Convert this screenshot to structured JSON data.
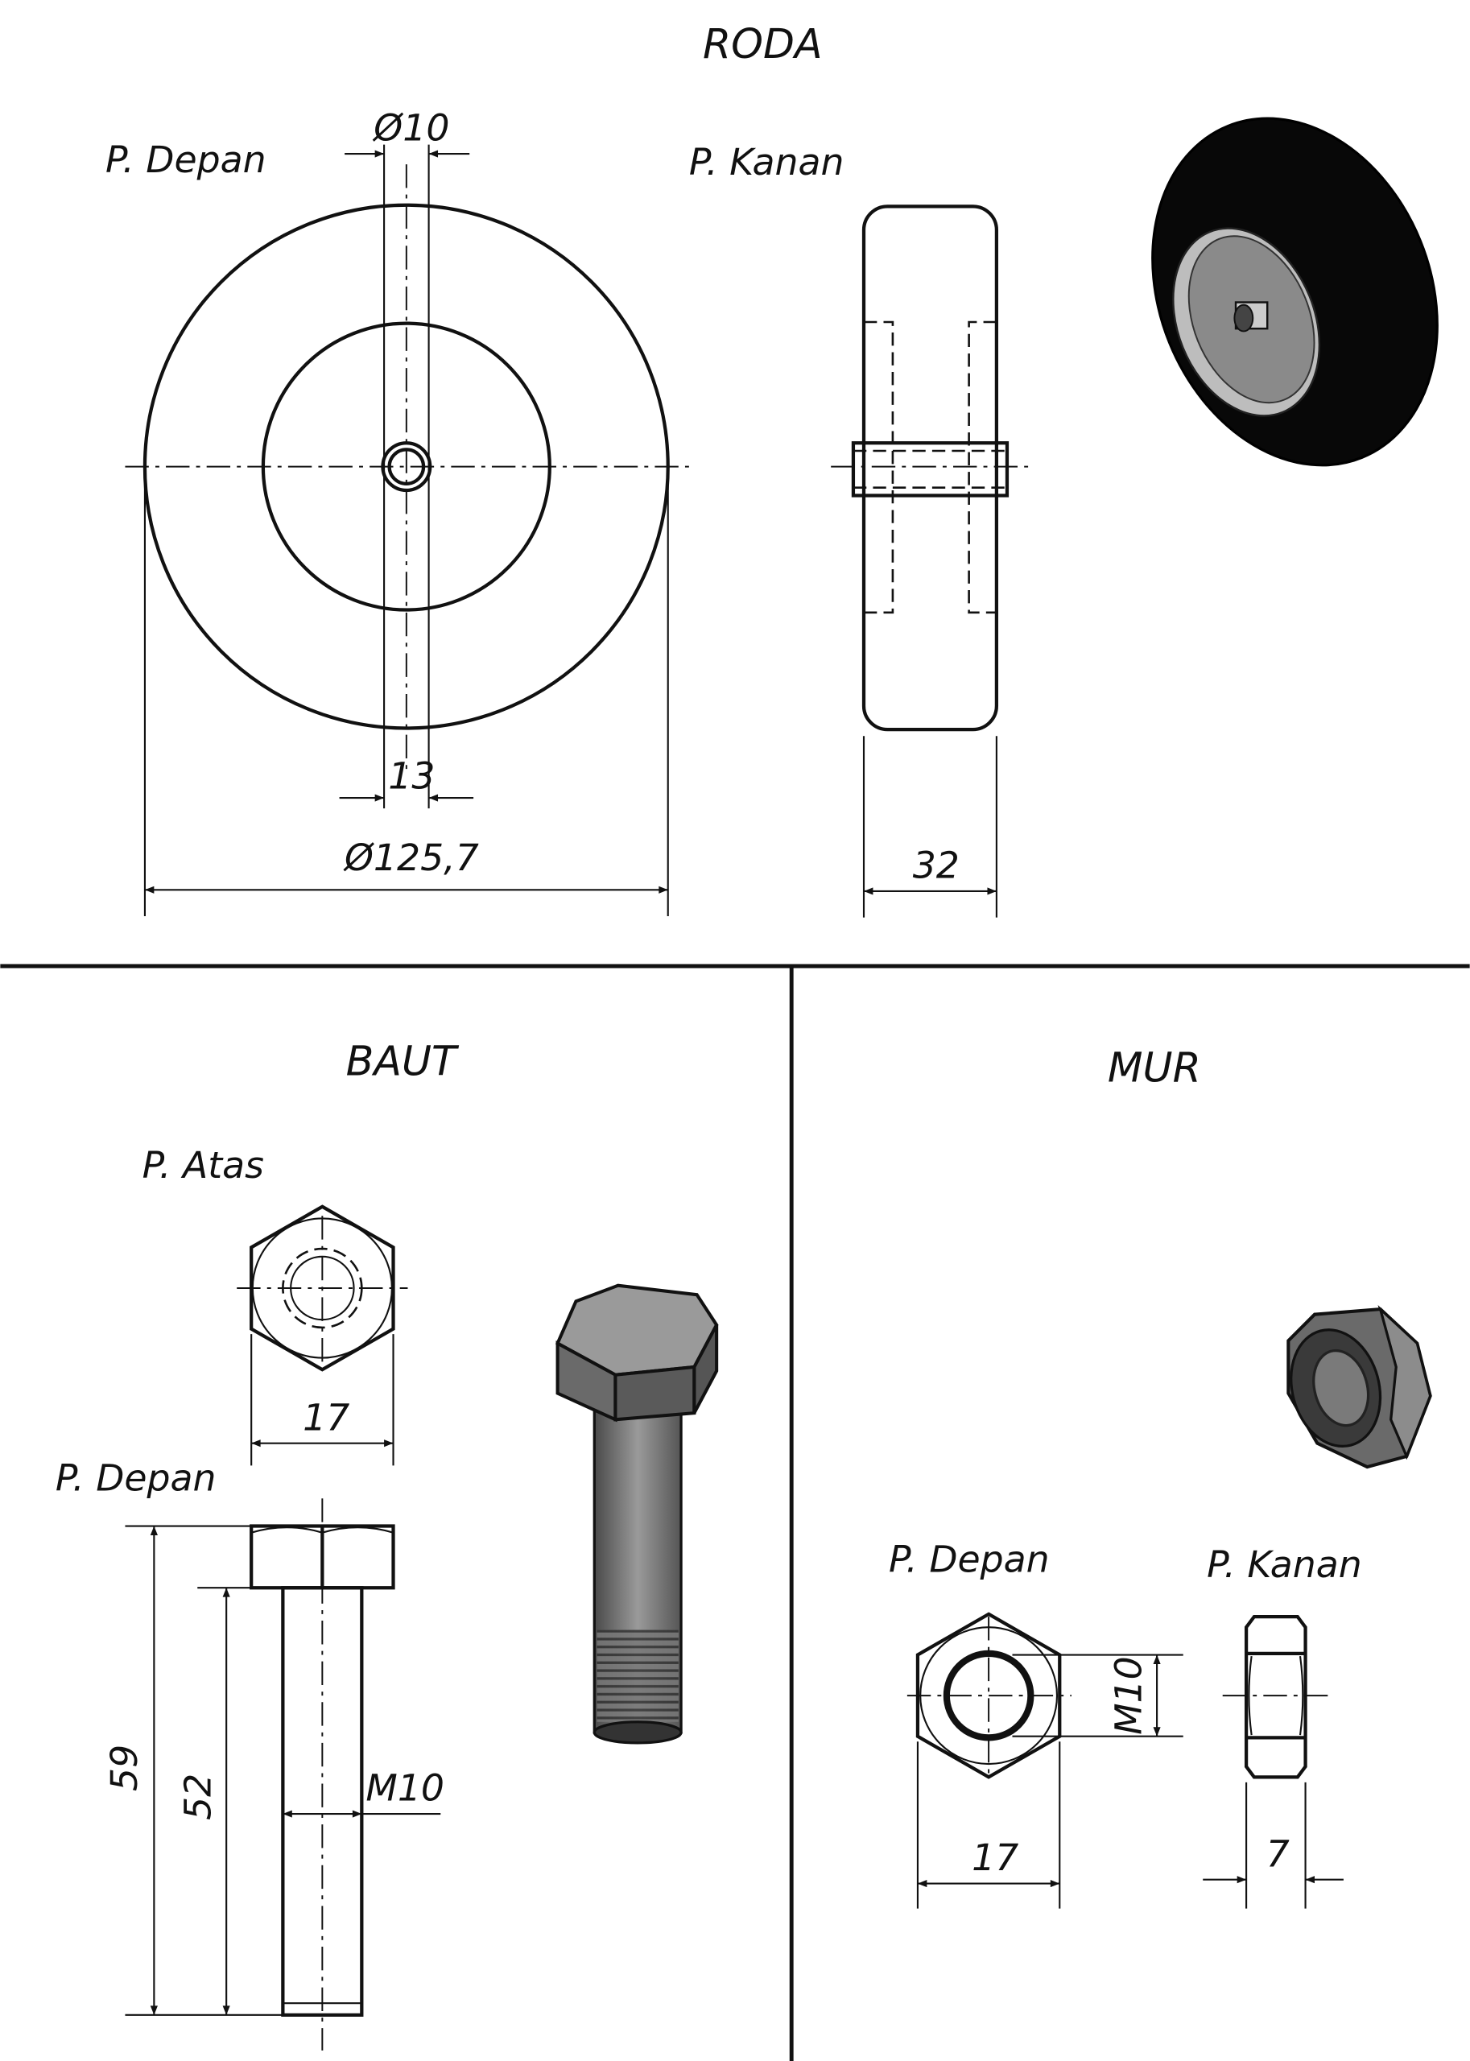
{
  "sections": {
    "roda": {
      "title": "RODA",
      "front_label": "P. Depan",
      "right_label": "P. Kanan",
      "dims": {
        "bore": "Ø10",
        "hub": "13",
        "outer": "Ø125,7",
        "width": "32"
      }
    },
    "baut": {
      "title": "BAUT",
      "top_label": "P. Atas",
      "front_label": "P. Depan",
      "dims": {
        "across_flats": "17",
        "total_length": "59",
        "shank_length": "52",
        "thread": "M10"
      }
    },
    "mur": {
      "title": "MUR",
      "front_label": "P. Depan",
      "right_label": "P. Kanan",
      "dims": {
        "thread": "M10",
        "across_flats": "17",
        "thickness": "7"
      }
    }
  },
  "colors": {
    "line": "#111111",
    "rubber": "#0a0a0a",
    "metal": "#8a8a8a"
  }
}
